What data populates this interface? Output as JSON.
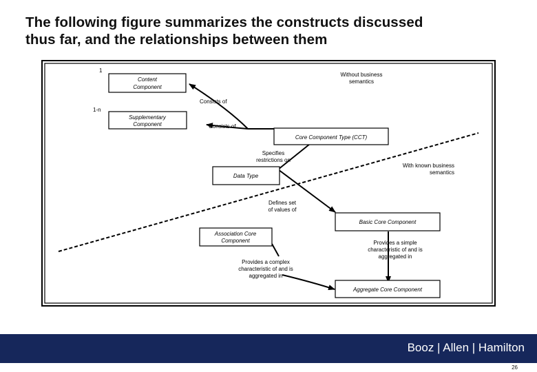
{
  "slide": {
    "title_line1": "The following figure summarizes the constructs discussed",
    "title_line2": "thus far, and the relationships between them",
    "page_number": "26"
  },
  "footer": {
    "brand": "Booz | Allen | Hamilton",
    "bar_color": "#16275b"
  },
  "diagram": {
    "boxes": {
      "content_component": [
        "Content",
        "Component"
      ],
      "supplementary_component": [
        "Supplementary",
        "Component"
      ],
      "core_component_type": [
        "Core Component Type (CCT)"
      ],
      "data_type": [
        "Data Type"
      ],
      "basic_core_component": [
        "Basic Core Component"
      ],
      "association_core_component": [
        "Association Core",
        "Component"
      ],
      "aggregate_core_component": [
        "Aggregate Core Component"
      ]
    },
    "multiplicities": {
      "content": "1",
      "supplementary": "1-n"
    },
    "labels": {
      "without_business_semantics": [
        "Without business",
        "semantics"
      ],
      "with_known_business_semantics": [
        "With known business",
        "semantics"
      ],
      "consists_of_content": "Consists of",
      "consists_of_supplementary": "Consists of",
      "specifies_restrictions_on": [
        "Specifies",
        "restrictions on"
      ],
      "defines_set_of_values_of": [
        "Defines set",
        "of values of"
      ],
      "provides_simple_characteristic": [
        "Provides a simple",
        "characteristic of and is",
        "aggregated in"
      ],
      "provides_complex_characteristic": [
        "Provides a complex",
        "characteristic of and is",
        "aggregated in"
      ]
    }
  }
}
